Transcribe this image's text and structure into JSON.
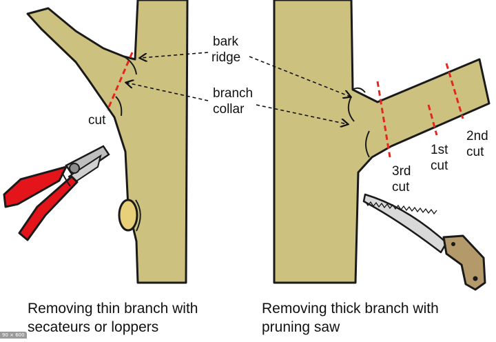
{
  "left": {
    "label_cut": "cut",
    "caption_line1": "Removing thin branch with",
    "caption_line2": "secateurs or loppers"
  },
  "right": {
    "label_cut_1": "1st",
    "label_cut_1b": "cut",
    "label_cut_2": "2nd",
    "label_cut_2b": "cut",
    "label_cut_3": "3rd",
    "label_cut_3b": "cut",
    "caption_line1": "Removing thick branch with",
    "caption_line2": "pruning saw"
  },
  "center": {
    "bark_ridge_line1": "bark",
    "bark_ridge_line2": "ridge",
    "branch_collar_line1": "branch",
    "branch_collar_line2": "collar"
  },
  "corner_badge": "90 × 600",
  "colors": {
    "wood": "#ccc17f",
    "outline": "#1a1a1a",
    "cut_line": "#e1281e",
    "knot": "#e8d07a",
    "secateurs_handle": "#e4141b",
    "saw_handle": "#b49a6b"
  }
}
